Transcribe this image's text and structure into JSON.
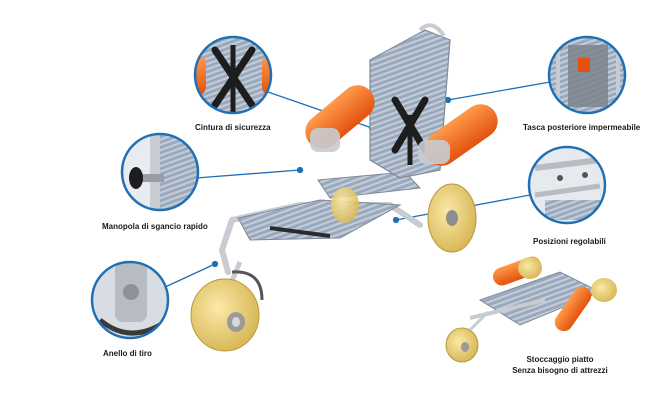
{
  "callouts": {
    "seat_belt": "Cintura di sicurezza",
    "quick_release_knob": "Manopola di sgancio rapido",
    "tow_ring": "Anello di tiro",
    "rear_pocket": "Tasca posteriore impermeabile",
    "adjustable_positions": "Posizioni regolabili",
    "flat_storage_line1": "Stoccaggio piatto",
    "flat_storage_line2": "Senza bisogno di attrezzi"
  },
  "colors": {
    "leader_line": "#1f6fb5",
    "circle_ring": "#1f6fb5",
    "float_orange": "#f06a1c",
    "wheel_cream": "#f2d77a",
    "seat_fabric": "#9aa9bb",
    "frame": "#c8ccd2"
  }
}
